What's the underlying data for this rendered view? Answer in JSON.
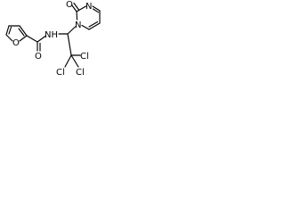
{
  "molecule": {
    "atoms": {
      "pyrimidinone_oxygen": "O",
      "pyrimidine_n3": "N",
      "pyrimidine_n1": "N",
      "amide_nh": "NH",
      "amide_oxygen": "O",
      "furan_oxygen": "O",
      "chlorine_1": "Cl",
      "chlorine_2": "Cl",
      "chlorine_3": "Cl"
    },
    "colors": {
      "bond": "#000000",
      "text": "#000000",
      "background": "#ffffff"
    }
  }
}
